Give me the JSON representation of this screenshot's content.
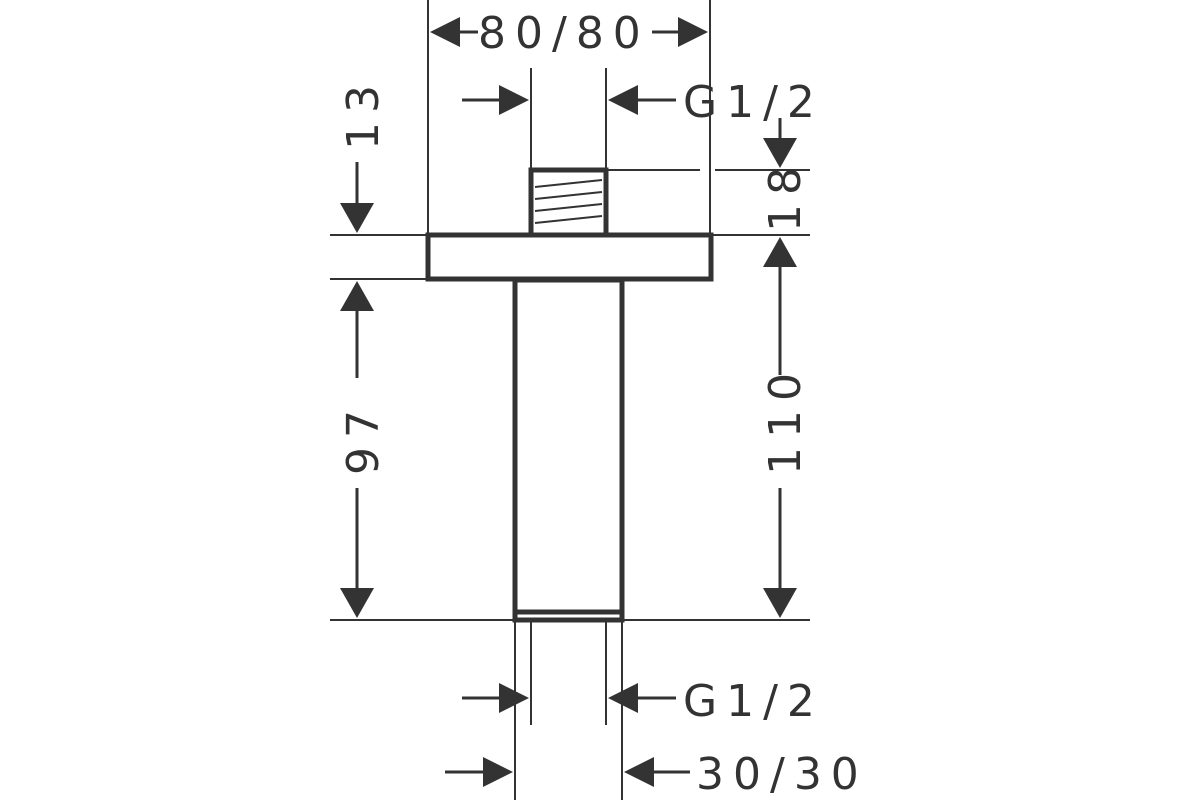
{
  "drawing": {
    "line_color": "#333333",
    "background_color": "#ffffff",
    "dimensions": {
      "flange_width": "80/80",
      "top_thread": "G1/2",
      "top_offset": "13",
      "thread_length": "18",
      "pipe_length": "97",
      "total_height": "110",
      "bottom_thread": "G1/2",
      "pipe_width": "30/30"
    }
  }
}
